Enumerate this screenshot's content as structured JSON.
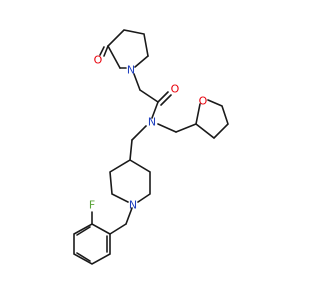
{
  "atoms": {
    "carbonyl_oxygen_lactam": "O",
    "lactam_nitrogen": "N",
    "amide_oxygen": "O",
    "amide_nitrogen": "N",
    "thf_oxygen": "O",
    "piperidine_nitrogen": "N",
    "fluorine": "F"
  },
  "colors": {
    "bond": "#1a1a1a",
    "oxygen": "#e8000b",
    "nitrogen": "#1f3fbf",
    "fluorine": "#5aa33a",
    "background": "#ffffff"
  }
}
